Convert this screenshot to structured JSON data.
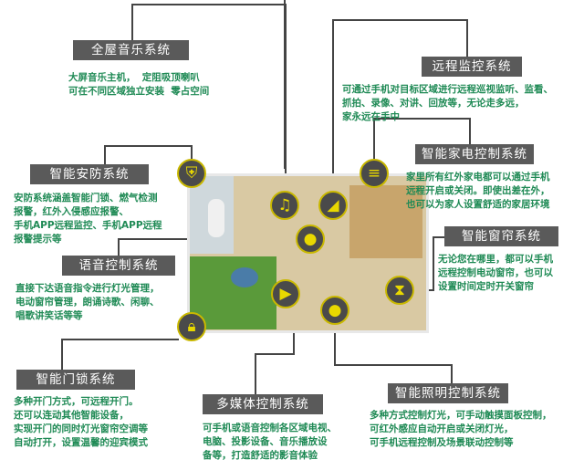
{
  "systems": {
    "music": {
      "title": "全屋音乐系统",
      "desc": "大屏音乐主机，  定阻吸顶喇叭\n可在不同区域独立安装  零占空间"
    },
    "monitor": {
      "title": "远程监控系统",
      "desc": "可通过手机对目标区域进行远程巡视监听、监看、\n抓拍、录像、对讲、回放等，无论走多远，\n家永远在手中"
    },
    "security": {
      "title": "智能安防系统",
      "desc": "安防系统涵盖智能门锁、燃气检测\n报警，红外入侵感应报警、\n手机APP远程监控、手机APP远程\n报警提示等"
    },
    "appliance": {
      "title": "智能家电控制系统",
      "desc": "家里所有红外家电都可以通过手机\n远程开启或关闭。即使出差在外，\n也可以为家人设置舒适的家居环境"
    },
    "voice": {
      "title": "语音控制系统",
      "desc": "直接下达语音指令进行灯光管理，\n电动窗帘管理，朗诵诗歌、闲聊、\n唱歌讲笑话等等"
    },
    "curtain": {
      "title": "智能窗帘系统",
      "desc": "无论您在哪里，都可以手机\n远程控制电动窗帘，也可以\n设置时间定时开关窗帘"
    },
    "lock": {
      "title": "智能门锁系统",
      "desc": "多种开门方式，可远程开门。\n还可以连动其他智能设备，\n实现开门的同时灯光窗帘空调等\n自动打开，设置温馨的迎宾模式"
    },
    "media": {
      "title": "多媒体控制系统",
      "desc": "可手机或语音控制各区域电视、\n电脑、投影设备、音乐播放设\n备等，打造舒适的影音体验"
    },
    "lighting": {
      "title": "智能照明控制系统",
      "desc": "多种方式控制灯光，可手动触摸面板控制，\n可红外感应自动开启或关闭灯光，\n可手机远程控制及场景联动控制等"
    }
  },
  "colors": {
    "header": "#5a5a5a",
    "text": "#1f8a55",
    "icon": "#e8d800"
  }
}
